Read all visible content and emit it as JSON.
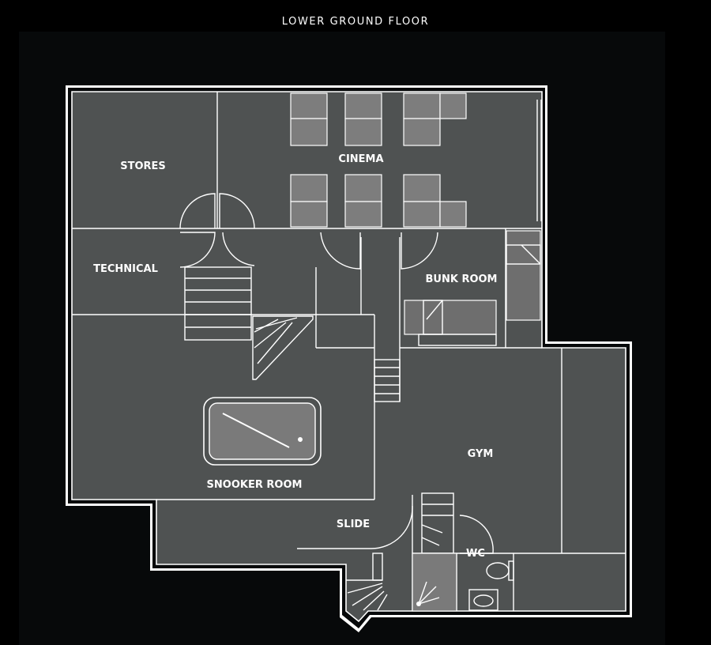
{
  "title": "LOWER GROUND FLOOR",
  "rooms": {
    "stores": "STORES",
    "cinema": "CINEMA",
    "technical": "TECHNICAL",
    "bunk_room": "BUNK ROOM",
    "snooker_room": "SNOOKER ROOM",
    "gym": "GYM",
    "slide": "SLIDE",
    "wc": "WC"
  },
  "colors": {
    "background": "#000000",
    "panel": "#07090a",
    "floor": "#4f5252",
    "walls": "#ffffff",
    "furniture": "#7d7d7d"
  }
}
